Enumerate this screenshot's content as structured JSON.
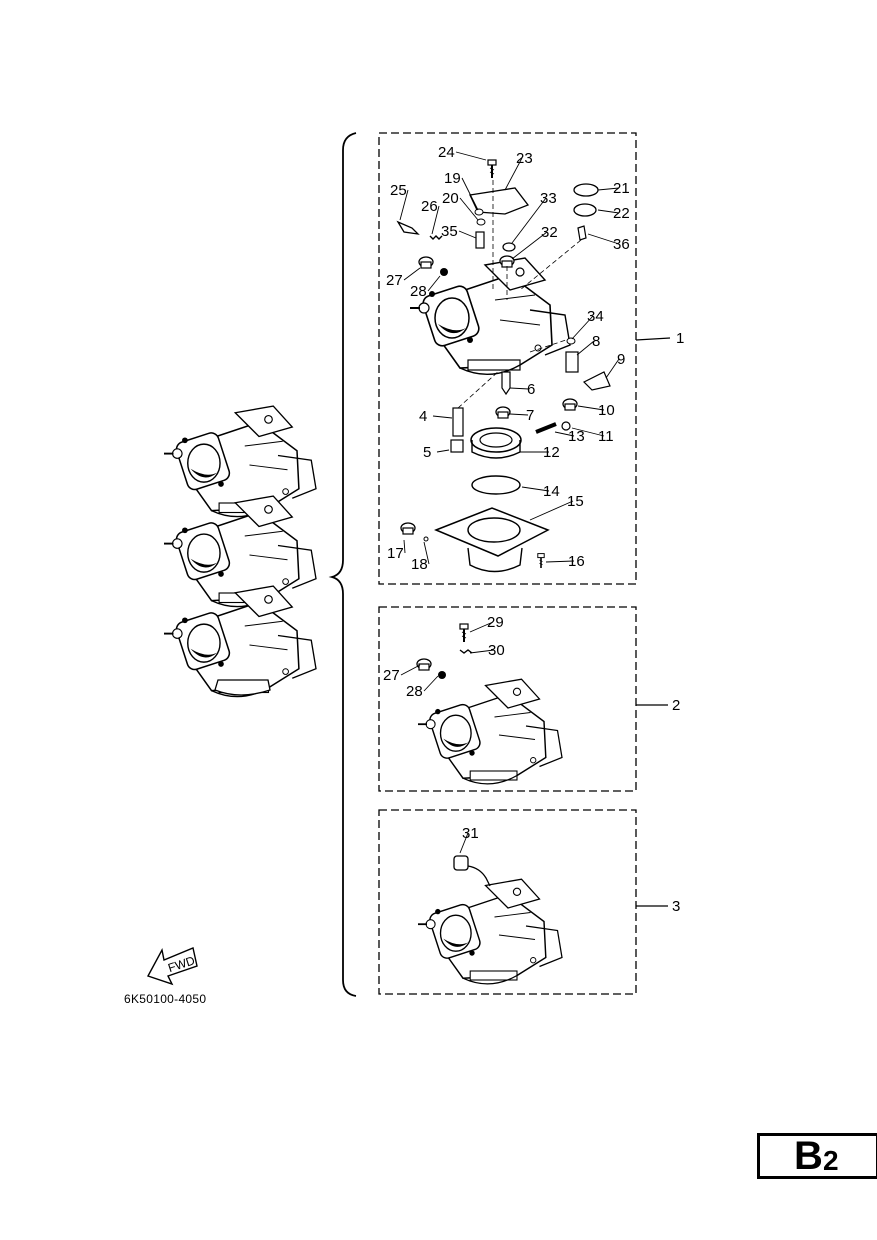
{
  "diagram": {
    "doc_code": "6K50100-4050",
    "page_tag": {
      "letter": "B",
      "number": "2"
    },
    "fwd_label": "FWD",
    "group_labels": [
      "1",
      "2",
      "3"
    ],
    "panel1_callouts": [
      "24",
      "23",
      "25",
      "19",
      "20",
      "33",
      "21",
      "22",
      "26",
      "35",
      "32",
      "36",
      "27",
      "28",
      "34",
      "8",
      "9",
      "6",
      "10",
      "4",
      "7",
      "11",
      "13",
      "5",
      "12",
      "14",
      "15",
      "17",
      "18",
      "16"
    ],
    "panel2_callouts": [
      "29",
      "30",
      "27",
      "28"
    ],
    "panel3_callouts": [
      "31"
    ]
  }
}
